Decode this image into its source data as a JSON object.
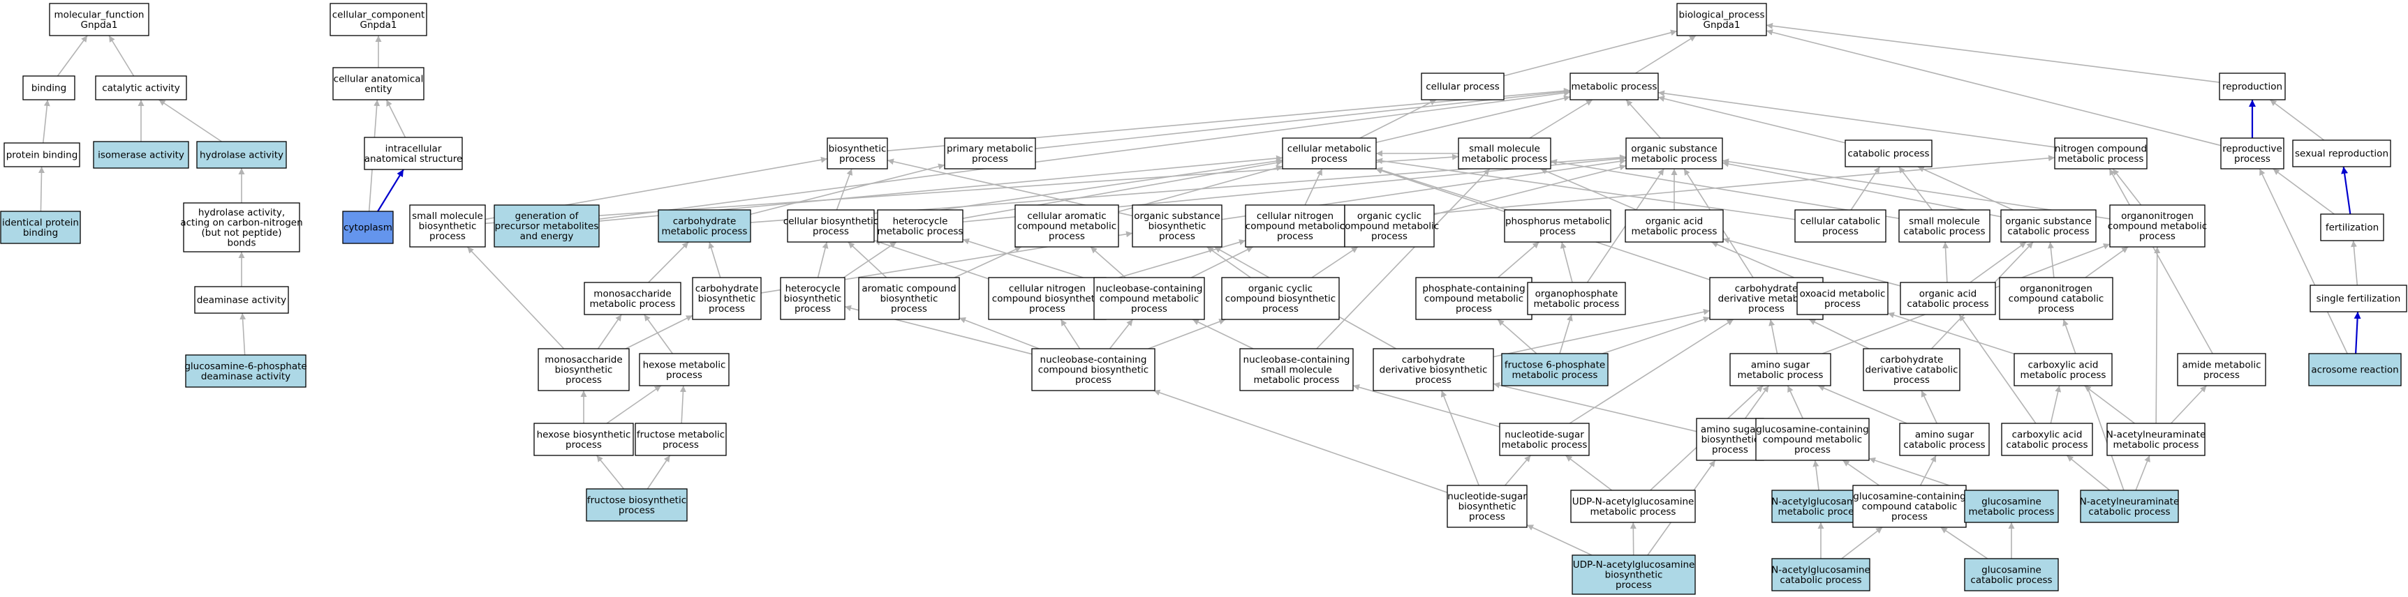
{
  "colors": {
    "plain": "#ffffff",
    "term": "#add8e6",
    "selected": "#6495ed",
    "edge": "#b3b3b3",
    "highlight_edge": "#0000cd"
  },
  "nodes": [
    {
      "id": "mf",
      "lines": [
        "molecular_function",
        "Gnpda1"
      ]
    },
    {
      "id": "cc",
      "lines": [
        "cellular_component",
        "Gnpda1"
      ]
    },
    {
      "id": "bp",
      "lines": [
        "biological_process",
        "Gnpda1"
      ]
    },
    {
      "id": "binding",
      "lines": [
        "binding"
      ]
    },
    {
      "id": "catalytic",
      "lines": [
        "catalytic activity"
      ]
    },
    {
      "id": "cae",
      "lines": [
        "cellular anatomical",
        "entity"
      ]
    },
    {
      "id": "cellproc",
      "lines": [
        "cellular process"
      ]
    },
    {
      "id": "metproc",
      "lines": [
        "metabolic process"
      ]
    },
    {
      "id": "reproduction",
      "lines": [
        "reproduction"
      ]
    },
    {
      "id": "protbind",
      "lines": [
        "protein binding"
      ]
    },
    {
      "id": "isomerase",
      "lines": [
        "isomerase activity"
      ],
      "style": "term"
    },
    {
      "id": "hydrolase",
      "lines": [
        "hydrolase activity"
      ],
      "style": "term"
    },
    {
      "id": "ias",
      "lines": [
        "intracellular",
        "anatomical structure"
      ]
    },
    {
      "id": "biosynth",
      "lines": [
        "biosynthetic",
        "process"
      ]
    },
    {
      "id": "primmet",
      "lines": [
        "primary metabolic",
        "process"
      ]
    },
    {
      "id": "cellmet",
      "lines": [
        "cellular metabolic",
        "process"
      ]
    },
    {
      "id": "smmet",
      "lines": [
        "small molecule",
        "metabolic process"
      ]
    },
    {
      "id": "orgsub",
      "lines": [
        "organic substance",
        "metabolic process"
      ]
    },
    {
      "id": "catab",
      "lines": [
        "catabolic process"
      ]
    },
    {
      "id": "ncmet",
      "lines": [
        "nitrogen compound",
        "metabolic process"
      ]
    },
    {
      "id": "reprodproc",
      "lines": [
        "reproductive",
        "process"
      ]
    },
    {
      "id": "sexrepro",
      "lines": [
        "sexual reproduction"
      ]
    },
    {
      "id": "identprot",
      "lines": [
        "identical protein",
        "binding"
      ],
      "style": "term"
    },
    {
      "id": "hydrolaseCN",
      "lines": [
        "hydrolase activity,",
        "acting on carbon-nitrogen",
        "(but not peptide)",
        "bonds"
      ]
    },
    {
      "id": "cytoplasm",
      "lines": [
        "cytoplasm"
      ],
      "style": "selected"
    },
    {
      "id": "smbio",
      "lines": [
        "small molecule",
        "biosynthetic",
        "process"
      ]
    },
    {
      "id": "genprec",
      "lines": [
        "generation of",
        "precursor metabolites",
        "and energy"
      ],
      "style": "term"
    },
    {
      "id": "carbmet",
      "lines": [
        "carbohydrate",
        "metabolic process"
      ],
      "style": "term"
    },
    {
      "id": "cellbio",
      "lines": [
        "cellular biosynthetic",
        "process"
      ]
    },
    {
      "id": "hetmet",
      "lines": [
        "heterocycle",
        "metabolic process"
      ]
    },
    {
      "id": "cacmet",
      "lines": [
        "cellular aromatic",
        "compound metabolic",
        "process"
      ]
    },
    {
      "id": "osbio",
      "lines": [
        "organic substance",
        "biosynthetic",
        "process"
      ]
    },
    {
      "id": "cncmet",
      "lines": [
        "cellular nitrogen",
        "compound metabolic",
        "process"
      ]
    },
    {
      "id": "occmet",
      "lines": [
        "organic cyclic",
        "compound metabolic",
        "process"
      ]
    },
    {
      "id": "phosmet",
      "lines": [
        "phosphorus metabolic",
        "process"
      ]
    },
    {
      "id": "oamet",
      "lines": [
        "organic acid",
        "metabolic process"
      ]
    },
    {
      "id": "cellcat",
      "lines": [
        "cellular catabolic",
        "process"
      ]
    },
    {
      "id": "smcat",
      "lines": [
        "small molecule",
        "catabolic process"
      ]
    },
    {
      "id": "oscat",
      "lines": [
        "organic substance",
        "catabolic process"
      ]
    },
    {
      "id": "onmet",
      "lines": [
        "organonitrogen",
        "compound metabolic",
        "process"
      ]
    },
    {
      "id": "fert",
      "lines": [
        "fertilization"
      ]
    },
    {
      "id": "deam",
      "lines": [
        "deaminase activity"
      ]
    },
    {
      "id": "monomet",
      "lines": [
        "monosaccharide",
        "metabolic process"
      ]
    },
    {
      "id": "carbbio",
      "lines": [
        "carbohydrate",
        "biosynthetic",
        "process"
      ]
    },
    {
      "id": "hetbio",
      "lines": [
        "heterocycle",
        "biosynthetic",
        "process"
      ]
    },
    {
      "id": "acbio",
      "lines": [
        "aromatic compound",
        "biosynthetic",
        "process"
      ]
    },
    {
      "id": "cncbio",
      "lines": [
        "cellular nitrogen",
        "compound biosynthetic",
        "process"
      ]
    },
    {
      "id": "nbcmet",
      "lines": [
        "nucleobase-containing",
        "compound metabolic",
        "process"
      ]
    },
    {
      "id": "occbio",
      "lines": [
        "organic cyclic",
        "compound biosynthetic",
        "process"
      ]
    },
    {
      "id": "pcmet",
      "lines": [
        "phosphate-containing",
        "compound metabolic",
        "process"
      ]
    },
    {
      "id": "opmet",
      "lines": [
        "organophosphate",
        "metabolic process"
      ]
    },
    {
      "id": "cdmet",
      "lines": [
        "carbohydrate",
        "derivative metabolic",
        "process"
      ]
    },
    {
      "id": "oxo",
      "lines": [
        "oxoacid metabolic",
        "process"
      ]
    },
    {
      "id": "oacat",
      "lines": [
        "organic acid",
        "catabolic process"
      ]
    },
    {
      "id": "oncat",
      "lines": [
        "organonitrogen",
        "compound catabolic",
        "process"
      ]
    },
    {
      "id": "singlefert",
      "lines": [
        "single fertilization"
      ]
    },
    {
      "id": "g6pd",
      "lines": [
        "glucosamine-6-phosphate",
        "deaminase activity"
      ],
      "style": "term"
    },
    {
      "id": "monobio",
      "lines": [
        "monosaccharide",
        "biosynthetic",
        "process"
      ]
    },
    {
      "id": "hexmet",
      "lines": [
        "hexose metabolic",
        "process"
      ]
    },
    {
      "id": "nbcbio",
      "lines": [
        "nucleobase-containing",
        "compound biosynthetic",
        "process"
      ]
    },
    {
      "id": "nbsmm",
      "lines": [
        "nucleobase-containing",
        "small molecule",
        "metabolic process"
      ]
    },
    {
      "id": "cdbio",
      "lines": [
        "carbohydrate",
        "derivative biosynthetic",
        "process"
      ]
    },
    {
      "id": "f6p",
      "lines": [
        "fructose 6-phosphate",
        "metabolic process"
      ],
      "style": "term"
    },
    {
      "id": "asmet",
      "lines": [
        "amino sugar",
        "metabolic process"
      ]
    },
    {
      "id": "cdcat",
      "lines": [
        "carbohydrate",
        "derivative catabolic",
        "process"
      ]
    },
    {
      "id": "camet",
      "lines": [
        "carboxylic acid",
        "metabolic process"
      ]
    },
    {
      "id": "amidemet",
      "lines": [
        "amide metabolic",
        "process"
      ]
    },
    {
      "id": "acrosome",
      "lines": [
        "acrosome reaction"
      ],
      "style": "term"
    },
    {
      "id": "hexbio",
      "lines": [
        "hexose biosynthetic",
        "process"
      ]
    },
    {
      "id": "frucmet",
      "lines": [
        "fructose metabolic",
        "process"
      ]
    },
    {
      "id": "nsmet",
      "lines": [
        "nucleotide-sugar",
        "metabolic process"
      ]
    },
    {
      "id": "asbio",
      "lines": [
        "amino sugar",
        "biosynthetic",
        "process"
      ]
    },
    {
      "id": "gccmet",
      "lines": [
        "glucosamine-containing",
        "compound metabolic",
        "process"
      ]
    },
    {
      "id": "ascat",
      "lines": [
        "amino sugar",
        "catabolic process"
      ]
    },
    {
      "id": "cacat",
      "lines": [
        "carboxylic acid",
        "catabolic process"
      ]
    },
    {
      "id": "nanmet",
      "lines": [
        "N-acetylneuraminate",
        "metabolic process"
      ]
    },
    {
      "id": "frucbio",
      "lines": [
        "fructose biosynthetic",
        "process"
      ],
      "style": "term"
    },
    {
      "id": "nsbio",
      "lines": [
        "nucleotide-sugar",
        "biosynthetic",
        "process"
      ]
    },
    {
      "id": "udpmet",
      "lines": [
        "UDP-N-acetylglucosamine",
        "metabolic process"
      ]
    },
    {
      "id": "naglmet",
      "lines": [
        "N-acetylglucosamine",
        "metabolic process"
      ],
      "style": "term"
    },
    {
      "id": "gcccat",
      "lines": [
        "glucosamine-containing",
        "compound catabolic",
        "process"
      ]
    },
    {
      "id": "glcnmet",
      "lines": [
        "glucosamine",
        "metabolic process"
      ],
      "style": "term"
    },
    {
      "id": "nancat",
      "lines": [
        "N-acetylneuraminate",
        "catabolic process"
      ],
      "style": "term"
    },
    {
      "id": "udpbio",
      "lines": [
        "UDP-N-acetylglucosamine",
        "biosynthetic",
        "process"
      ],
      "style": "term"
    },
    {
      "id": "naglcat",
      "lines": [
        "N-acetylglucosamine",
        "catabolic process"
      ],
      "style": "term"
    },
    {
      "id": "glcncat",
      "lines": [
        "glucosamine",
        "catabolic process"
      ],
      "style": "term"
    }
  ],
  "edges": [
    [
      "binding",
      "mf"
    ],
    [
      "catalytic",
      "mf"
    ],
    [
      "protbind",
      "binding"
    ],
    [
      "identprot",
      "protbind"
    ],
    [
      "isomerase",
      "catalytic"
    ],
    [
      "hydrolase",
      "catalytic"
    ],
    [
      "hydrolaseCN",
      "hydrolase"
    ],
    [
      "deam",
      "hydrolaseCN"
    ],
    [
      "g6pd",
      "deam"
    ],
    [
      "cae",
      "cc"
    ],
    [
      "ias",
      "cae"
    ],
    [
      "cytoplasm",
      "ias",
      "highlight"
    ],
    [
      "cytoplasm",
      "cae"
    ],
    [
      "cellproc",
      "bp"
    ],
    [
      "metproc",
      "bp"
    ],
    [
      "reproduction",
      "bp"
    ],
    [
      "reprodproc",
      "bp"
    ],
    [
      "sexrepro",
      "reproduction"
    ],
    [
      "reprodproc",
      "reproduction",
      "highlight"
    ],
    [
      "fert",
      "sexrepro",
      "highlight"
    ],
    [
      "fert",
      "reprodproc"
    ],
    [
      "singlefert",
      "fert"
    ],
    [
      "acrosome",
      "singlefert",
      "highlight"
    ],
    [
      "acrosome",
      "reprodproc"
    ],
    [
      "biosynth",
      "metproc"
    ],
    [
      "primmet",
      "metproc"
    ],
    [
      "cellmet",
      "metproc"
    ],
    [
      "cellmet",
      "cellproc"
    ],
    [
      "smmet",
      "metproc"
    ],
    [
      "smmet",
      "cellmet"
    ],
    [
      "orgsub",
      "metproc"
    ],
    [
      "catab",
      "metproc"
    ],
    [
      "ncmet",
      "metproc"
    ],
    [
      "smbio",
      "smmet"
    ],
    [
      "smbio",
      "biosynth"
    ],
    [
      "genprec",
      "cellmet"
    ],
    [
      "genprec",
      "metproc"
    ],
    [
      "carbmet",
      "primmet"
    ],
    [
      "carbmet",
      "orgsub"
    ],
    [
      "cellbio",
      "biosynth"
    ],
    [
      "cellbio",
      "cellmet"
    ],
    [
      "hetmet",
      "cellmet"
    ],
    [
      "hetmet",
      "orgsub"
    ],
    [
      "cacmet",
      "cellmet"
    ],
    [
      "osbio",
      "biosynth"
    ],
    [
      "osbio",
      "orgsub"
    ],
    [
      "cncmet",
      "cellmet"
    ],
    [
      "cncmet",
      "ncmet"
    ],
    [
      "occmet",
      "orgsub"
    ],
    [
      "phosmet",
      "cellmet"
    ],
    [
      "oamet",
      "smmet"
    ],
    [
      "oamet",
      "orgsub"
    ],
    [
      "cellcat",
      "catab"
    ],
    [
      "cellcat",
      "cellmet"
    ],
    [
      "smcat",
      "smmet"
    ],
    [
      "smcat",
      "catab"
    ],
    [
      "oscat",
      "orgsub"
    ],
    [
      "oscat",
      "catab"
    ],
    [
      "onmet",
      "orgsub"
    ],
    [
      "onmet",
      "ncmet"
    ],
    [
      "monomet",
      "carbmet"
    ],
    [
      "carbbio",
      "carbmet"
    ],
    [
      "carbbio",
      "osbio"
    ],
    [
      "hetbio",
      "hetmet"
    ],
    [
      "hetbio",
      "cellbio"
    ],
    [
      "acbio",
      "cacmet"
    ],
    [
      "acbio",
      "cellbio"
    ],
    [
      "cncbio",
      "cncmet"
    ],
    [
      "cncbio",
      "cellbio"
    ],
    [
      "nbcmet",
      "cacmet"
    ],
    [
      "nbcmet",
      "cncmet"
    ],
    [
      "nbcmet",
      "hetmet"
    ],
    [
      "occbio",
      "occmet"
    ],
    [
      "occbio",
      "osbio"
    ],
    [
      "pcmet",
      "phosmet"
    ],
    [
      "opmet",
      "phosmet"
    ],
    [
      "opmet",
      "orgsub"
    ],
    [
      "cdmet",
      "orgsub"
    ],
    [
      "cdmet",
      "cellmet"
    ],
    [
      "oxo",
      "oamet"
    ],
    [
      "oacat",
      "oamet"
    ],
    [
      "oacat",
      "oscat"
    ],
    [
      "oacat",
      "smcat"
    ],
    [
      "oncat",
      "onmet"
    ],
    [
      "oncat",
      "oscat"
    ],
    [
      "monobio",
      "monomet"
    ],
    [
      "monobio",
      "carbbio"
    ],
    [
      "monobio",
      "smbio"
    ],
    [
      "hexmet",
      "monomet"
    ],
    [
      "nbcbio",
      "nbcmet"
    ],
    [
      "nbcbio",
      "hetbio"
    ],
    [
      "nbcbio",
      "acbio"
    ],
    [
      "nbcbio",
      "cncbio"
    ],
    [
      "nbcbio",
      "occbio"
    ],
    [
      "nbsmm",
      "nbcmet"
    ],
    [
      "nbsmm",
      "smmet"
    ],
    [
      "cdbio",
      "cdmet"
    ],
    [
      "cdbio",
      "osbio"
    ],
    [
      "f6p",
      "pcmet"
    ],
    [
      "f6p",
      "opmet"
    ],
    [
      "f6p",
      "cdmet"
    ],
    [
      "asmet",
      "cdmet"
    ],
    [
      "asmet",
      "onmet"
    ],
    [
      "cdcat",
      "cdmet"
    ],
    [
      "cdcat",
      "oscat"
    ],
    [
      "camet",
      "oxo"
    ],
    [
      "amidemet",
      "ncmet"
    ],
    [
      "hexbio",
      "hexmet"
    ],
    [
      "hexbio",
      "monobio"
    ],
    [
      "frucmet",
      "hexmet"
    ],
    [
      "nsmet",
      "cdmet"
    ],
    [
      "nsmet",
      "nbsmm"
    ],
    [
      "asbio",
      "asmet"
    ],
    [
      "asbio",
      "cdbio"
    ],
    [
      "gccmet",
      "asmet"
    ],
    [
      "ascat",
      "asmet"
    ],
    [
      "ascat",
      "cdcat"
    ],
    [
      "cacat",
      "camet"
    ],
    [
      "cacat",
      "oacat"
    ],
    [
      "nanmet",
      "camet"
    ],
    [
      "nanmet",
      "amidemet"
    ],
    [
      "nanmet",
      "onmet"
    ],
    [
      "frucbio",
      "hexbio"
    ],
    [
      "frucbio",
      "frucmet"
    ],
    [
      "nsbio",
      "nsmet"
    ],
    [
      "nsbio",
      "cdbio"
    ],
    [
      "nsbio",
      "nbcbio"
    ],
    [
      "udpmet",
      "nsmet"
    ],
    [
      "udpmet",
      "asmet"
    ],
    [
      "naglmet",
      "gccmet"
    ],
    [
      "gcccat",
      "gccmet"
    ],
    [
      "gcccat",
      "ascat"
    ],
    [
      "glcnmet",
      "gccmet"
    ],
    [
      "nancat",
      "nanmet"
    ],
    [
      "nancat",
      "cacat"
    ],
    [
      "nancat",
      "oncat"
    ],
    [
      "udpbio",
      "udpmet"
    ],
    [
      "udpbio",
      "nsbio"
    ],
    [
      "udpbio",
      "asbio"
    ],
    [
      "naglcat",
      "naglmet"
    ],
    [
      "naglcat",
      "gcccat"
    ],
    [
      "glcncat",
      "glcnmet"
    ],
    [
      "glcncat",
      "gcccat"
    ]
  ]
}
